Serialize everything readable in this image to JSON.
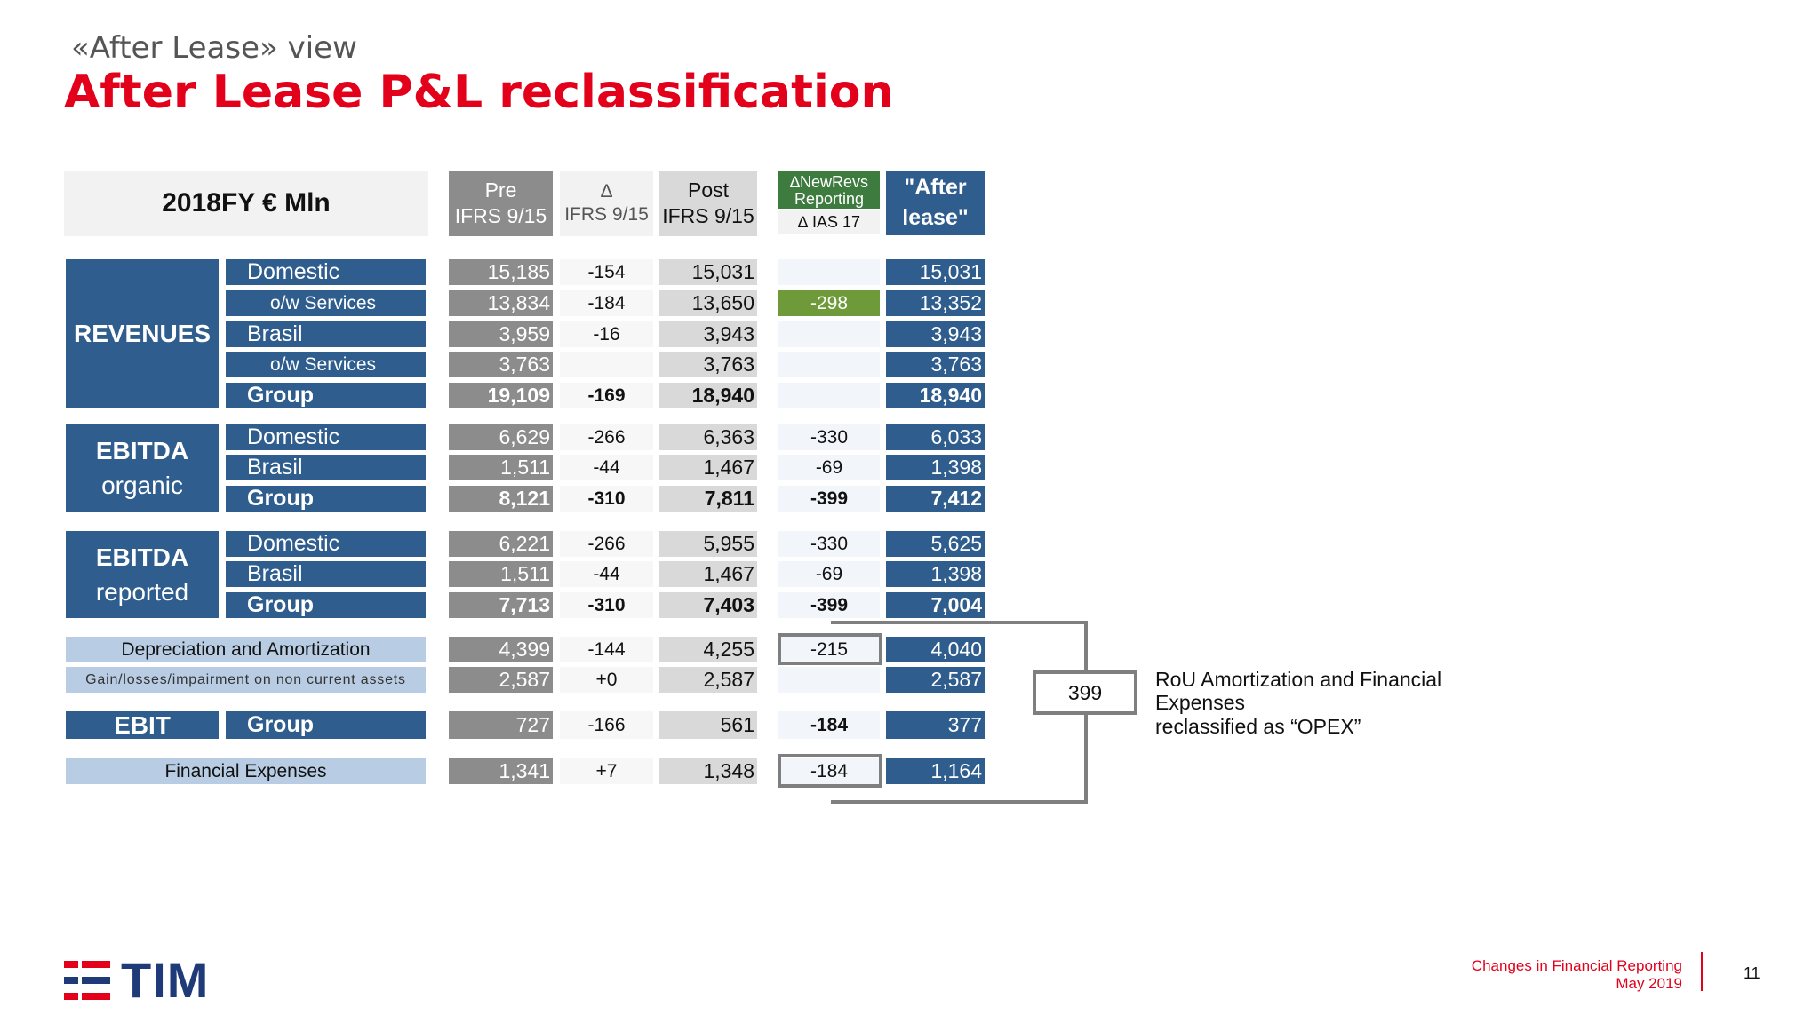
{
  "header": {
    "subtitle": "«After Lease» view",
    "title": "After Lease P&L reclassification"
  },
  "table": {
    "unit_label": "2018FY € Mln",
    "col_pre": [
      "Pre",
      "IFRS 9/15"
    ],
    "col_delta": [
      "∆",
      "IFRS 9/15"
    ],
    "col_post": [
      "Post",
      "IFRS 9/15"
    ],
    "col_new_top": [
      "∆NewRevs",
      "Reporting"
    ],
    "col_new_bottom": "∆ IAS 17",
    "col_after": [
      "\"After",
      "lease\""
    ],
    "groups": {
      "revenues": "REVENUES",
      "ebitda_organic": [
        "EBITDA",
        "organic"
      ],
      "ebitda_reported": [
        "EBITDA",
        "reported"
      ]
    },
    "rows": [
      {
        "label": "Domestic",
        "pre": "15,185",
        "delta": "-154",
        "post": "15,031",
        "new": "",
        "after": "15,031"
      },
      {
        "label": "o/w Services",
        "pre": "13,834",
        "delta": "-184",
        "post": "13,650",
        "new": "-298",
        "after": "13,352"
      },
      {
        "label": "Brasil",
        "pre": "3,959",
        "delta": "-16",
        "post": "3,943",
        "new": "",
        "after": "3,943"
      },
      {
        "label": "o/w Services",
        "pre": "3,763",
        "delta": "",
        "post": "3,763",
        "new": "",
        "after": "3,763"
      },
      {
        "label": "Group",
        "pre": "19,109",
        "delta": "-169",
        "post": "18,940",
        "new": "",
        "after": "18,940"
      },
      {
        "label": "Domestic",
        "pre": "6,629",
        "delta": "-266",
        "post": "6,363",
        "new": "-330",
        "after": "6,033"
      },
      {
        "label": "Brasil",
        "pre": "1,511",
        "delta": "-44",
        "post": "1,467",
        "new": "-69",
        "after": "1,398"
      },
      {
        "label": "Group",
        "pre": "8,121",
        "delta": "-310",
        "post": "7,811",
        "new": "-399",
        "after": "7,412"
      },
      {
        "label": "Domestic",
        "pre": "6,221",
        "delta": "-266",
        "post": "5,955",
        "new": "-330",
        "after": "5,625"
      },
      {
        "label": "Brasil",
        "pre": "1,511",
        "delta": "-44",
        "post": "1,467",
        "new": "-69",
        "after": "1,398"
      },
      {
        "label": "Group",
        "pre": "7,713",
        "delta": "-310",
        "post": "7,403",
        "new": "-399",
        "after": "7,004"
      },
      {
        "label": "Depreciation and Amortization",
        "pre": "4,399",
        "delta": "-144",
        "post": "4,255",
        "new": "-215",
        "after": "4,040"
      },
      {
        "label": "Gain/losses/impairment on non current assets",
        "pre": "2,587",
        "delta": "+0",
        "post": "2,587",
        "new": "",
        "after": "2,587"
      },
      {
        "label": "Group",
        "pre": "727",
        "delta": "-166",
        "post": "561",
        "new": "-184",
        "after": "377"
      },
      {
        "label": "Financial Expenses",
        "pre": "1,341",
        "delta": "+7",
        "post": "1,348",
        "new": "-184",
        "after": "1,164"
      }
    ],
    "ebit_label": "EBIT"
  },
  "annotation": {
    "box_value": "399",
    "note_line1": "RoU Amortization and Financial Expenses",
    "note_line2": "reclassified as “OPEX”"
  },
  "footer": {
    "logo_text": "TIM",
    "report_title": "Changes in Financial Reporting",
    "report_date": "May 2019",
    "page_number": "11"
  },
  "colors": {
    "brand_red": "#e2001a",
    "tim_blue": "#1f3a78",
    "row_blue": "#2f5e8e",
    "light_blue": "#b8cde4",
    "green": "#6f9a3a",
    "dark_green": "#3d7b3e",
    "gray": "#8c8c8c"
  }
}
